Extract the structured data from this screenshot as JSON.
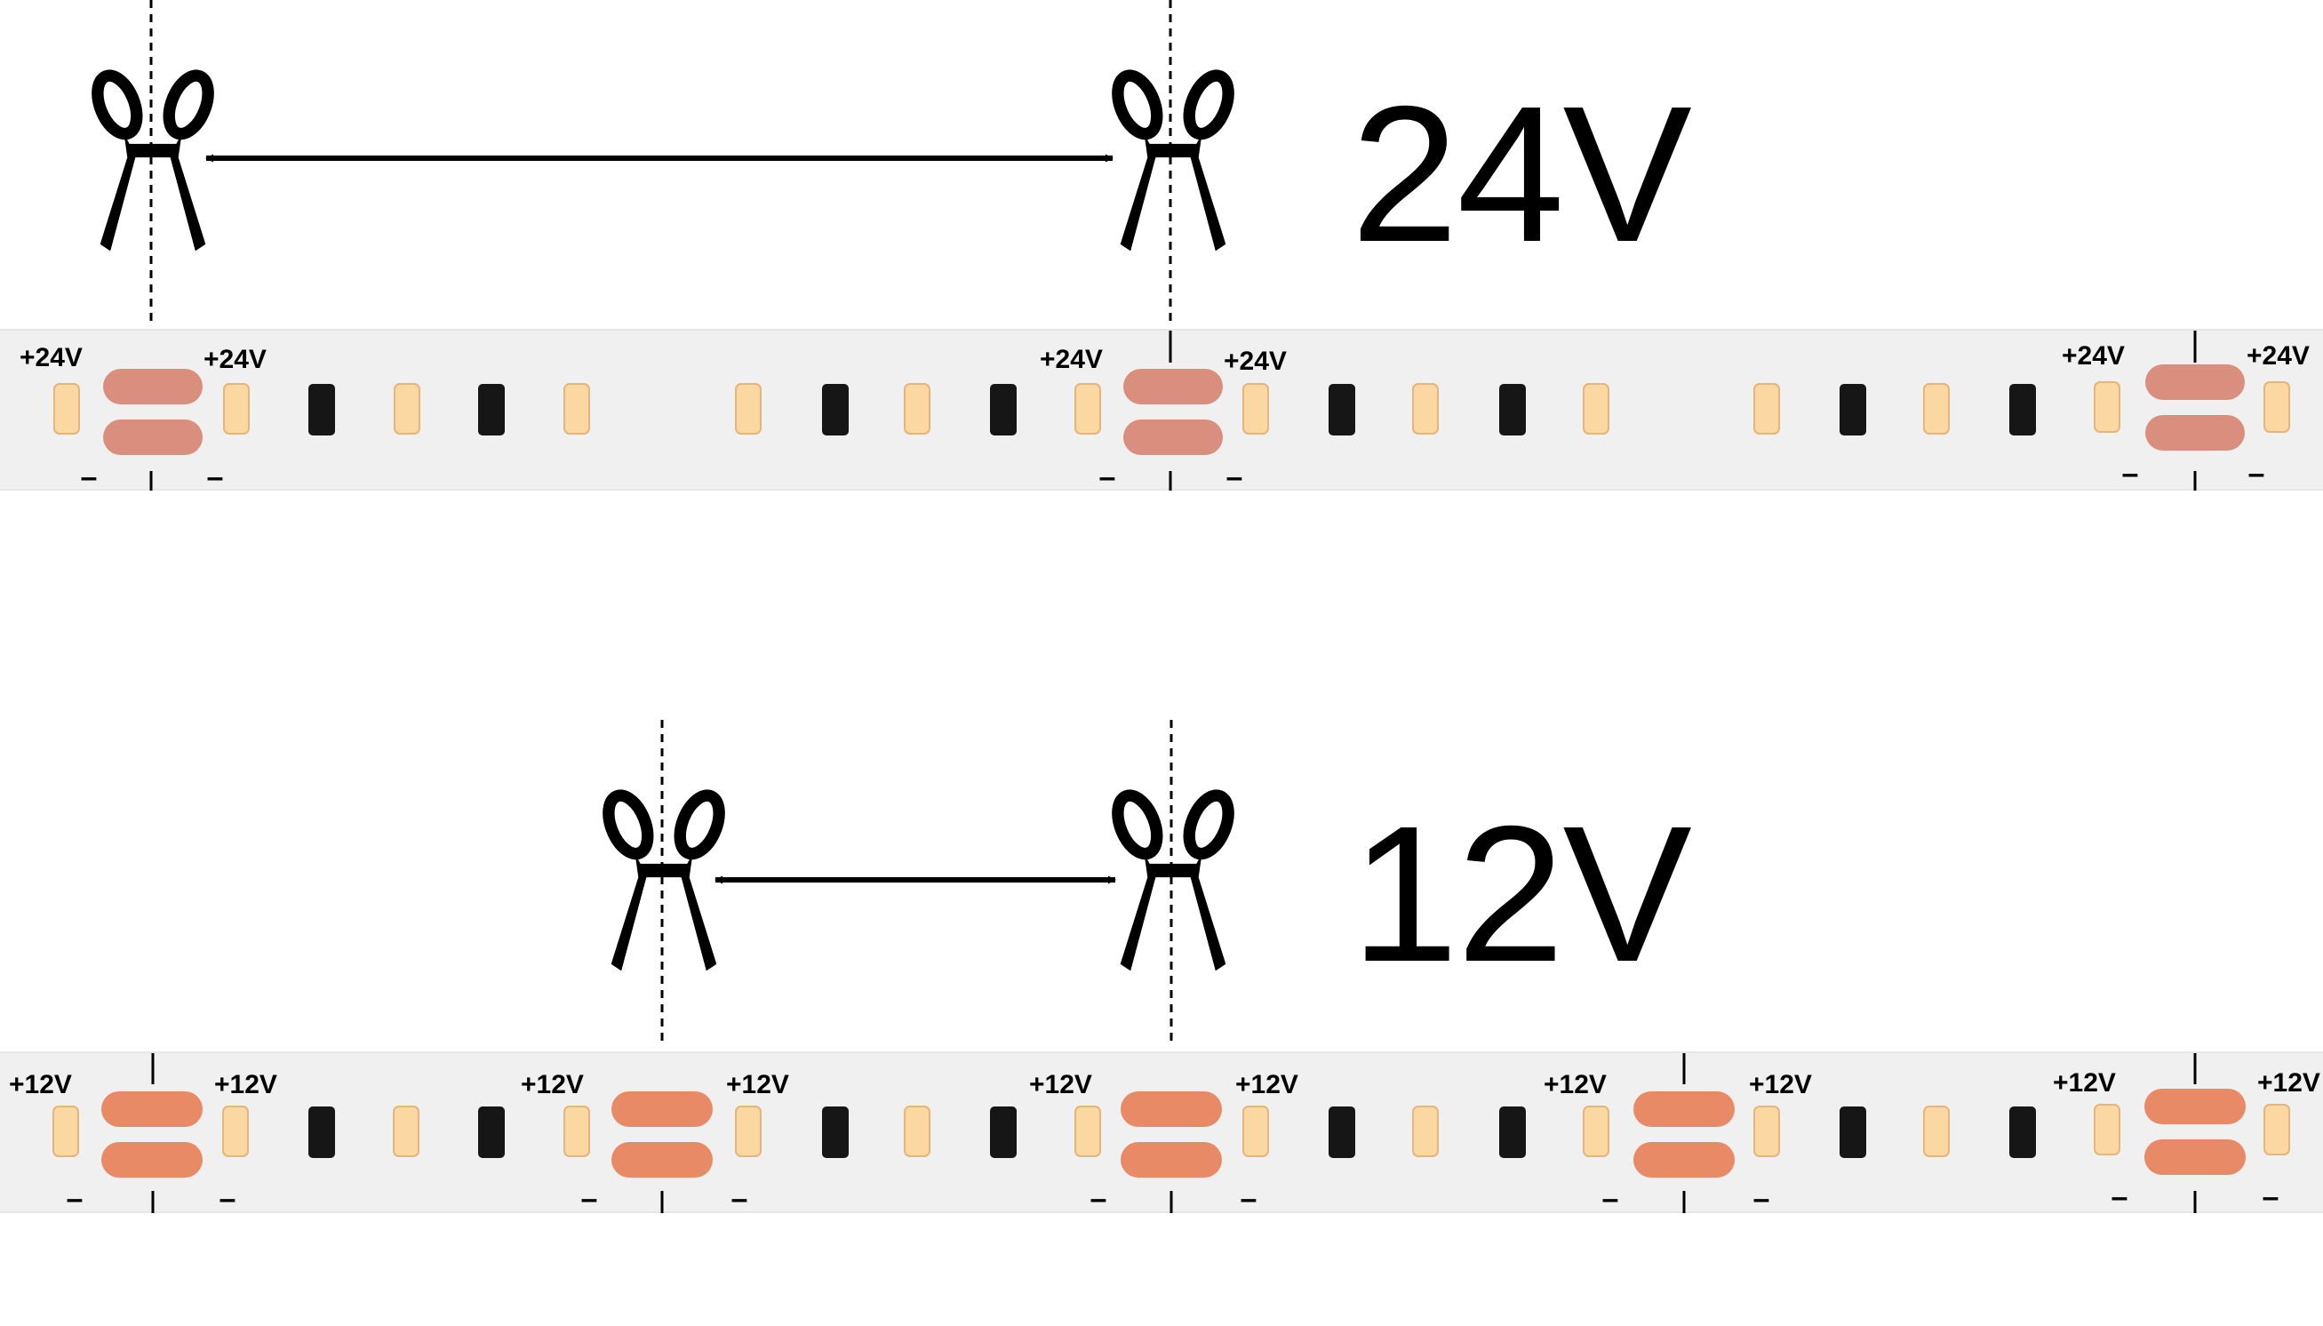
{
  "diagram": {
    "colors": {
      "strip": "#f0f0f0",
      "strip_edge": "#e6e6e6",
      "pad_24v": "#d98e7e",
      "pad_12v": "#e88a66",
      "led": "#fbd7a1",
      "led_edge": "#e4b57c",
      "resistor": "#161616",
      "ink": "#000000"
    },
    "sections": [
      {
        "voltage_label": "24V",
        "pad_plus_label": "+24V",
        "pad_minus_label": "–",
        "scissors": [
          {
            "icon": "scissors-icon",
            "role": "cut-point"
          },
          {
            "icon": "scissors-icon",
            "role": "cut-point"
          }
        ],
        "arrow": "double-headed-arrow"
      },
      {
        "voltage_label": "12V",
        "pad_plus_label": "+12V",
        "pad_minus_label": "–",
        "scissors": [
          {
            "icon": "scissors-icon",
            "role": "cut-point"
          },
          {
            "icon": "scissors-icon",
            "role": "cut-point"
          }
        ],
        "arrow": "double-headed-arrow"
      }
    ]
  }
}
